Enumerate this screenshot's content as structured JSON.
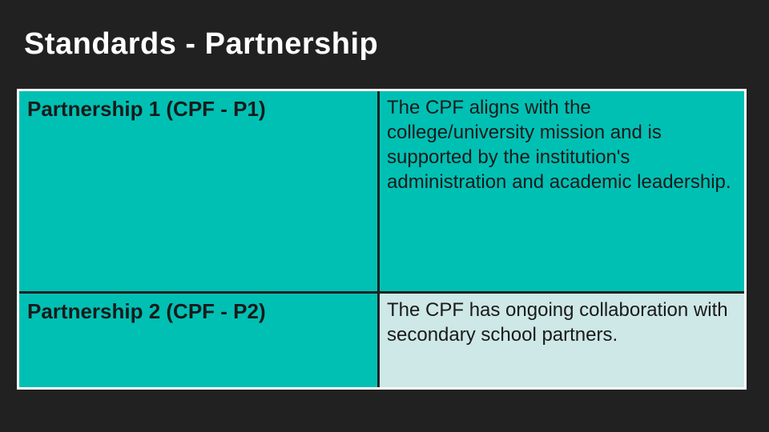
{
  "slide": {
    "title": "Standards - Partnership"
  },
  "table": {
    "rows": [
      {
        "label": "Partnership 1 (CPF - P1)",
        "description": "The CPF aligns with the\ncollege/university mission and is\nsupported by the institution's\nadministration and academic leadership.",
        "label_bg": "#00c0b4",
        "description_bg": "#00c0b4"
      },
      {
        "label": "Partnership 2 (CPF - P2)",
        "description": "The CPF has ongoing collaboration with\nsecondary school partners.",
        "label_bg": "#00c0b4",
        "description_bg": "#cde8e6"
      }
    ]
  },
  "colors": {
    "slide_background": "#212121",
    "title_text": "#ffffff",
    "cell_text": "#1a1a1a",
    "table_border": "#ffffff",
    "teal_cell": "#00c0b4",
    "pale_cell": "#cde8e6"
  }
}
